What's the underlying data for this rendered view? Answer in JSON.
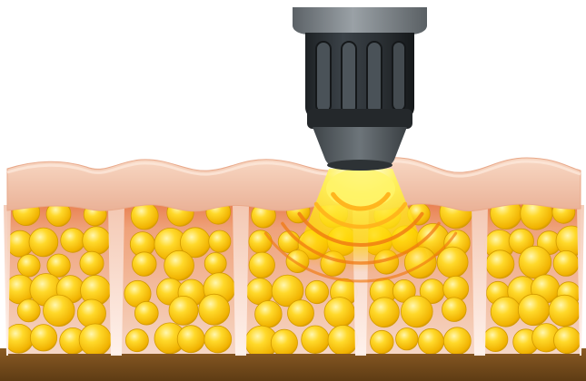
{
  "scene": {
    "subject": "shockwave-applicator-on-fat-tissue",
    "colors": {
      "background": "#ffffff",
      "skin_top": "#f6cdb6",
      "skin_bottom": "#e9a98a",
      "tissue_red": "#d2502a",
      "tissue_orange": "#e87a3c",
      "septum_pink": "#f3d3c6",
      "fat_yellow": "#ffd21f",
      "fat_dark": "#c99400",
      "ground_brown": "#7a4f1e",
      "applicator_dark": "#2b2f33",
      "applicator_grey": "#6f767b",
      "beam_yellow": "#ffe600",
      "wave_orange": "#f07a12"
    },
    "tissue_compartments": 5,
    "wave_arcs": 5
  }
}
